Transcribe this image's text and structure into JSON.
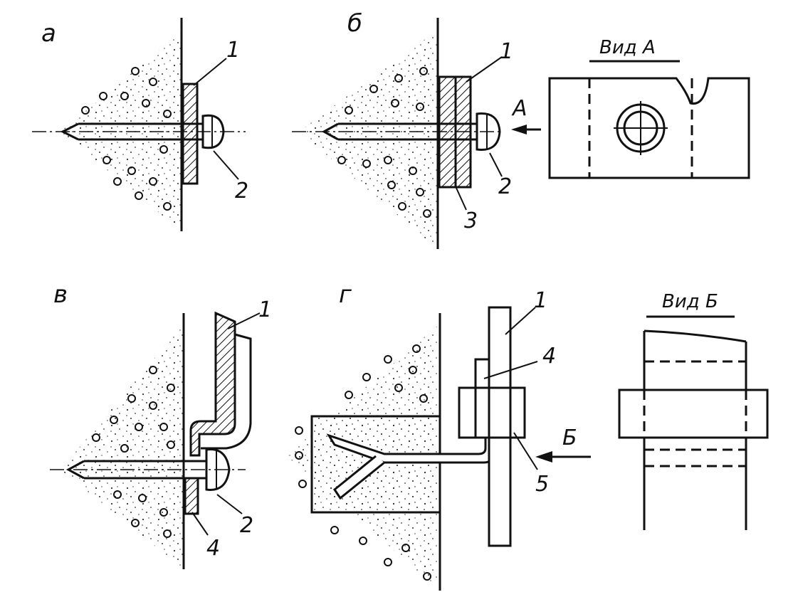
{
  "figure": {
    "panel_labels": {
      "a": "а",
      "b": "б",
      "v": "в",
      "g": "г"
    },
    "view_titles": {
      "view_a": "Вид А",
      "view_b": "Вид Б"
    },
    "arrow_labels": {
      "a": "А",
      "b": "Б"
    },
    "callouts": {
      "one": "1",
      "two": "2",
      "three": "3",
      "four": "4",
      "five": "5"
    }
  }
}
